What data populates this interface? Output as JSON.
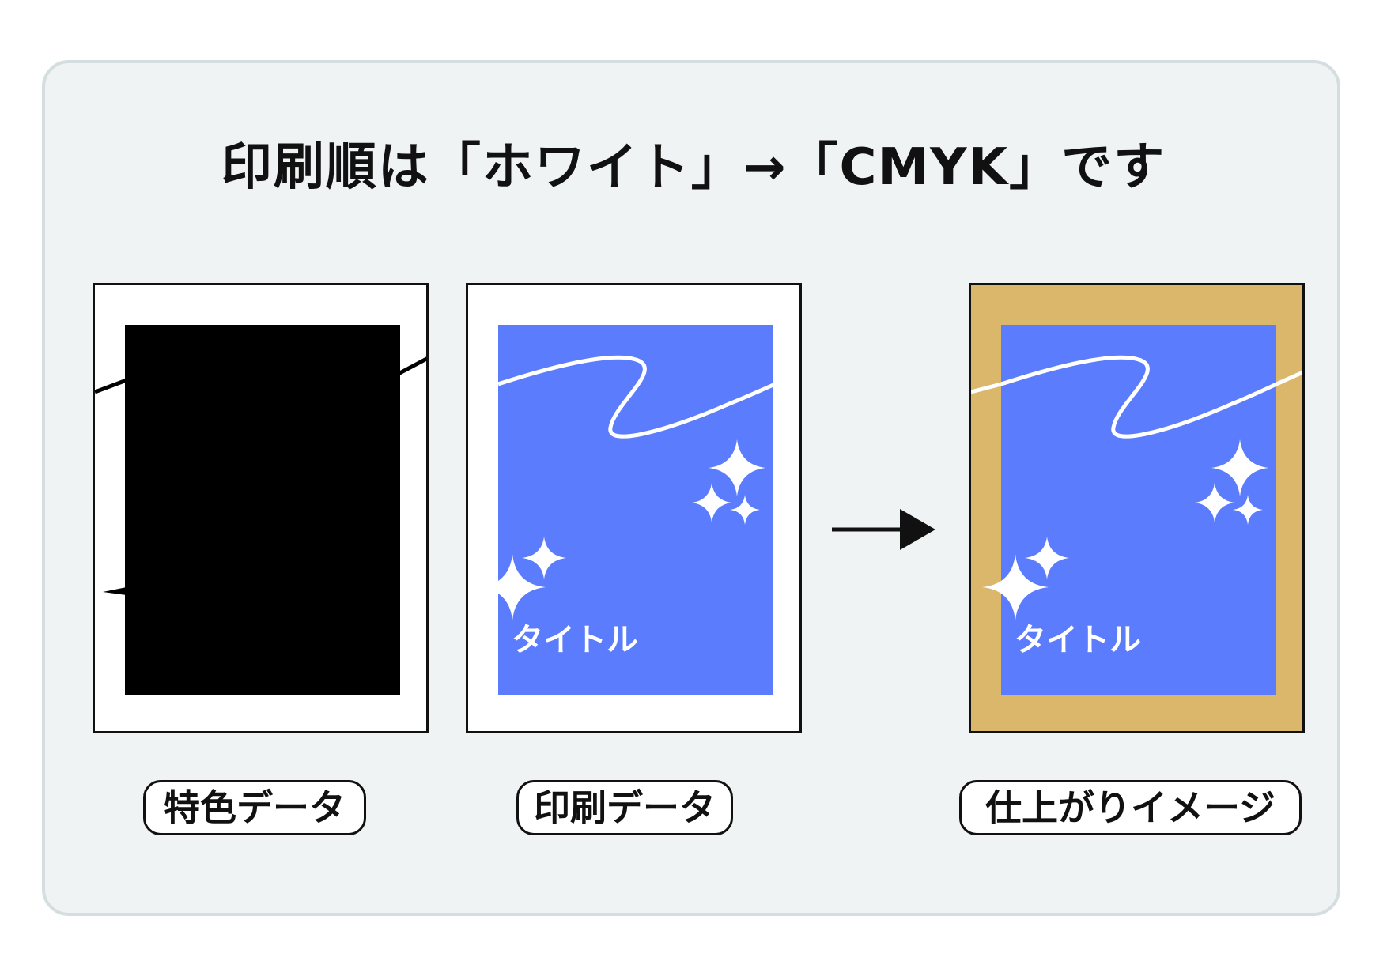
{
  "heading": "印刷順は「ホワイト」→「CMYK」です",
  "panels": [
    {
      "id": "spot",
      "label": "特色データ"
    },
    {
      "id": "print",
      "label": "印刷データ",
      "artwork_title": "タイトル"
    },
    {
      "id": "final",
      "label": "仕上がりイメージ",
      "artwork_title": "タイトル"
    }
  ],
  "colors": {
    "background": "#eff3f4",
    "artwork_blue": "#5b7cfd",
    "spot_black": "#000000",
    "finish_gold": "#dbb76b",
    "line_white": "#ffffff"
  }
}
